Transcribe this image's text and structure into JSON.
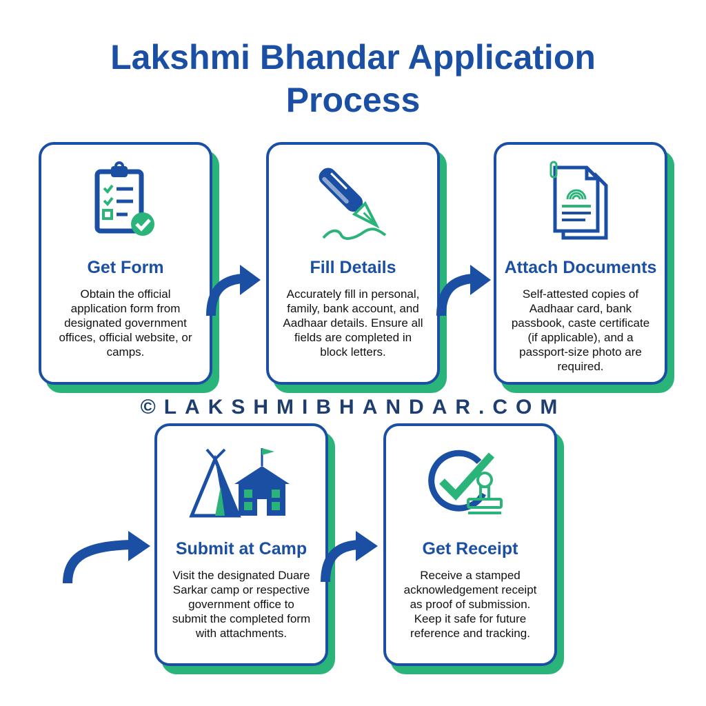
{
  "title": {
    "line1": "Lakshmi Bhandar Application",
    "line2": "Process"
  },
  "watermark": "©LAKSHMIBHANDAR.COM",
  "colors": {
    "primary": "#1a4fa3",
    "accent": "#2bb47a"
  },
  "steps": [
    {
      "icon": "clipboard-checklist-icon",
      "title": "Get Form",
      "description": "Obtain the official application form from designated government offices, official website, or camps."
    },
    {
      "icon": "fountain-pen-icon",
      "title": "Fill Details",
      "description": "Accurately fill in personal, family, bank account, and Aadhaar details. Ensure all fields are completed in block letters."
    },
    {
      "icon": "documents-fingerprint-icon",
      "title": "Attach Documents",
      "description": "Self-attested copies of Aadhaar card, bank passbook, caste certificate (if applicable), and a passport-size photo are required."
    },
    {
      "icon": "tent-building-icon",
      "title": "Submit at Camp",
      "description": "Visit the designated Duare Sarkar camp or respective government office to submit the completed form with attachments."
    },
    {
      "icon": "check-stamp-icon",
      "title": "Get Receipt",
      "description": "Receive a stamped acknowledgement receipt as proof of submission. Keep it safe for future reference and tracking."
    }
  ]
}
